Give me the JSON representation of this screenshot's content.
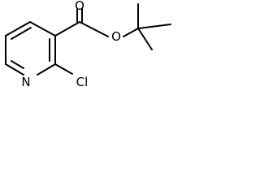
{
  "molecule": {
    "atoms": {
      "nitrogen": "N",
      "chlorine": "Cl",
      "carbonyl_oxygen": "O",
      "ester_oxygen": "O"
    },
    "colors": {
      "bond": "#000000",
      "label": "#000000",
      "background": "#ffffff"
    }
  }
}
